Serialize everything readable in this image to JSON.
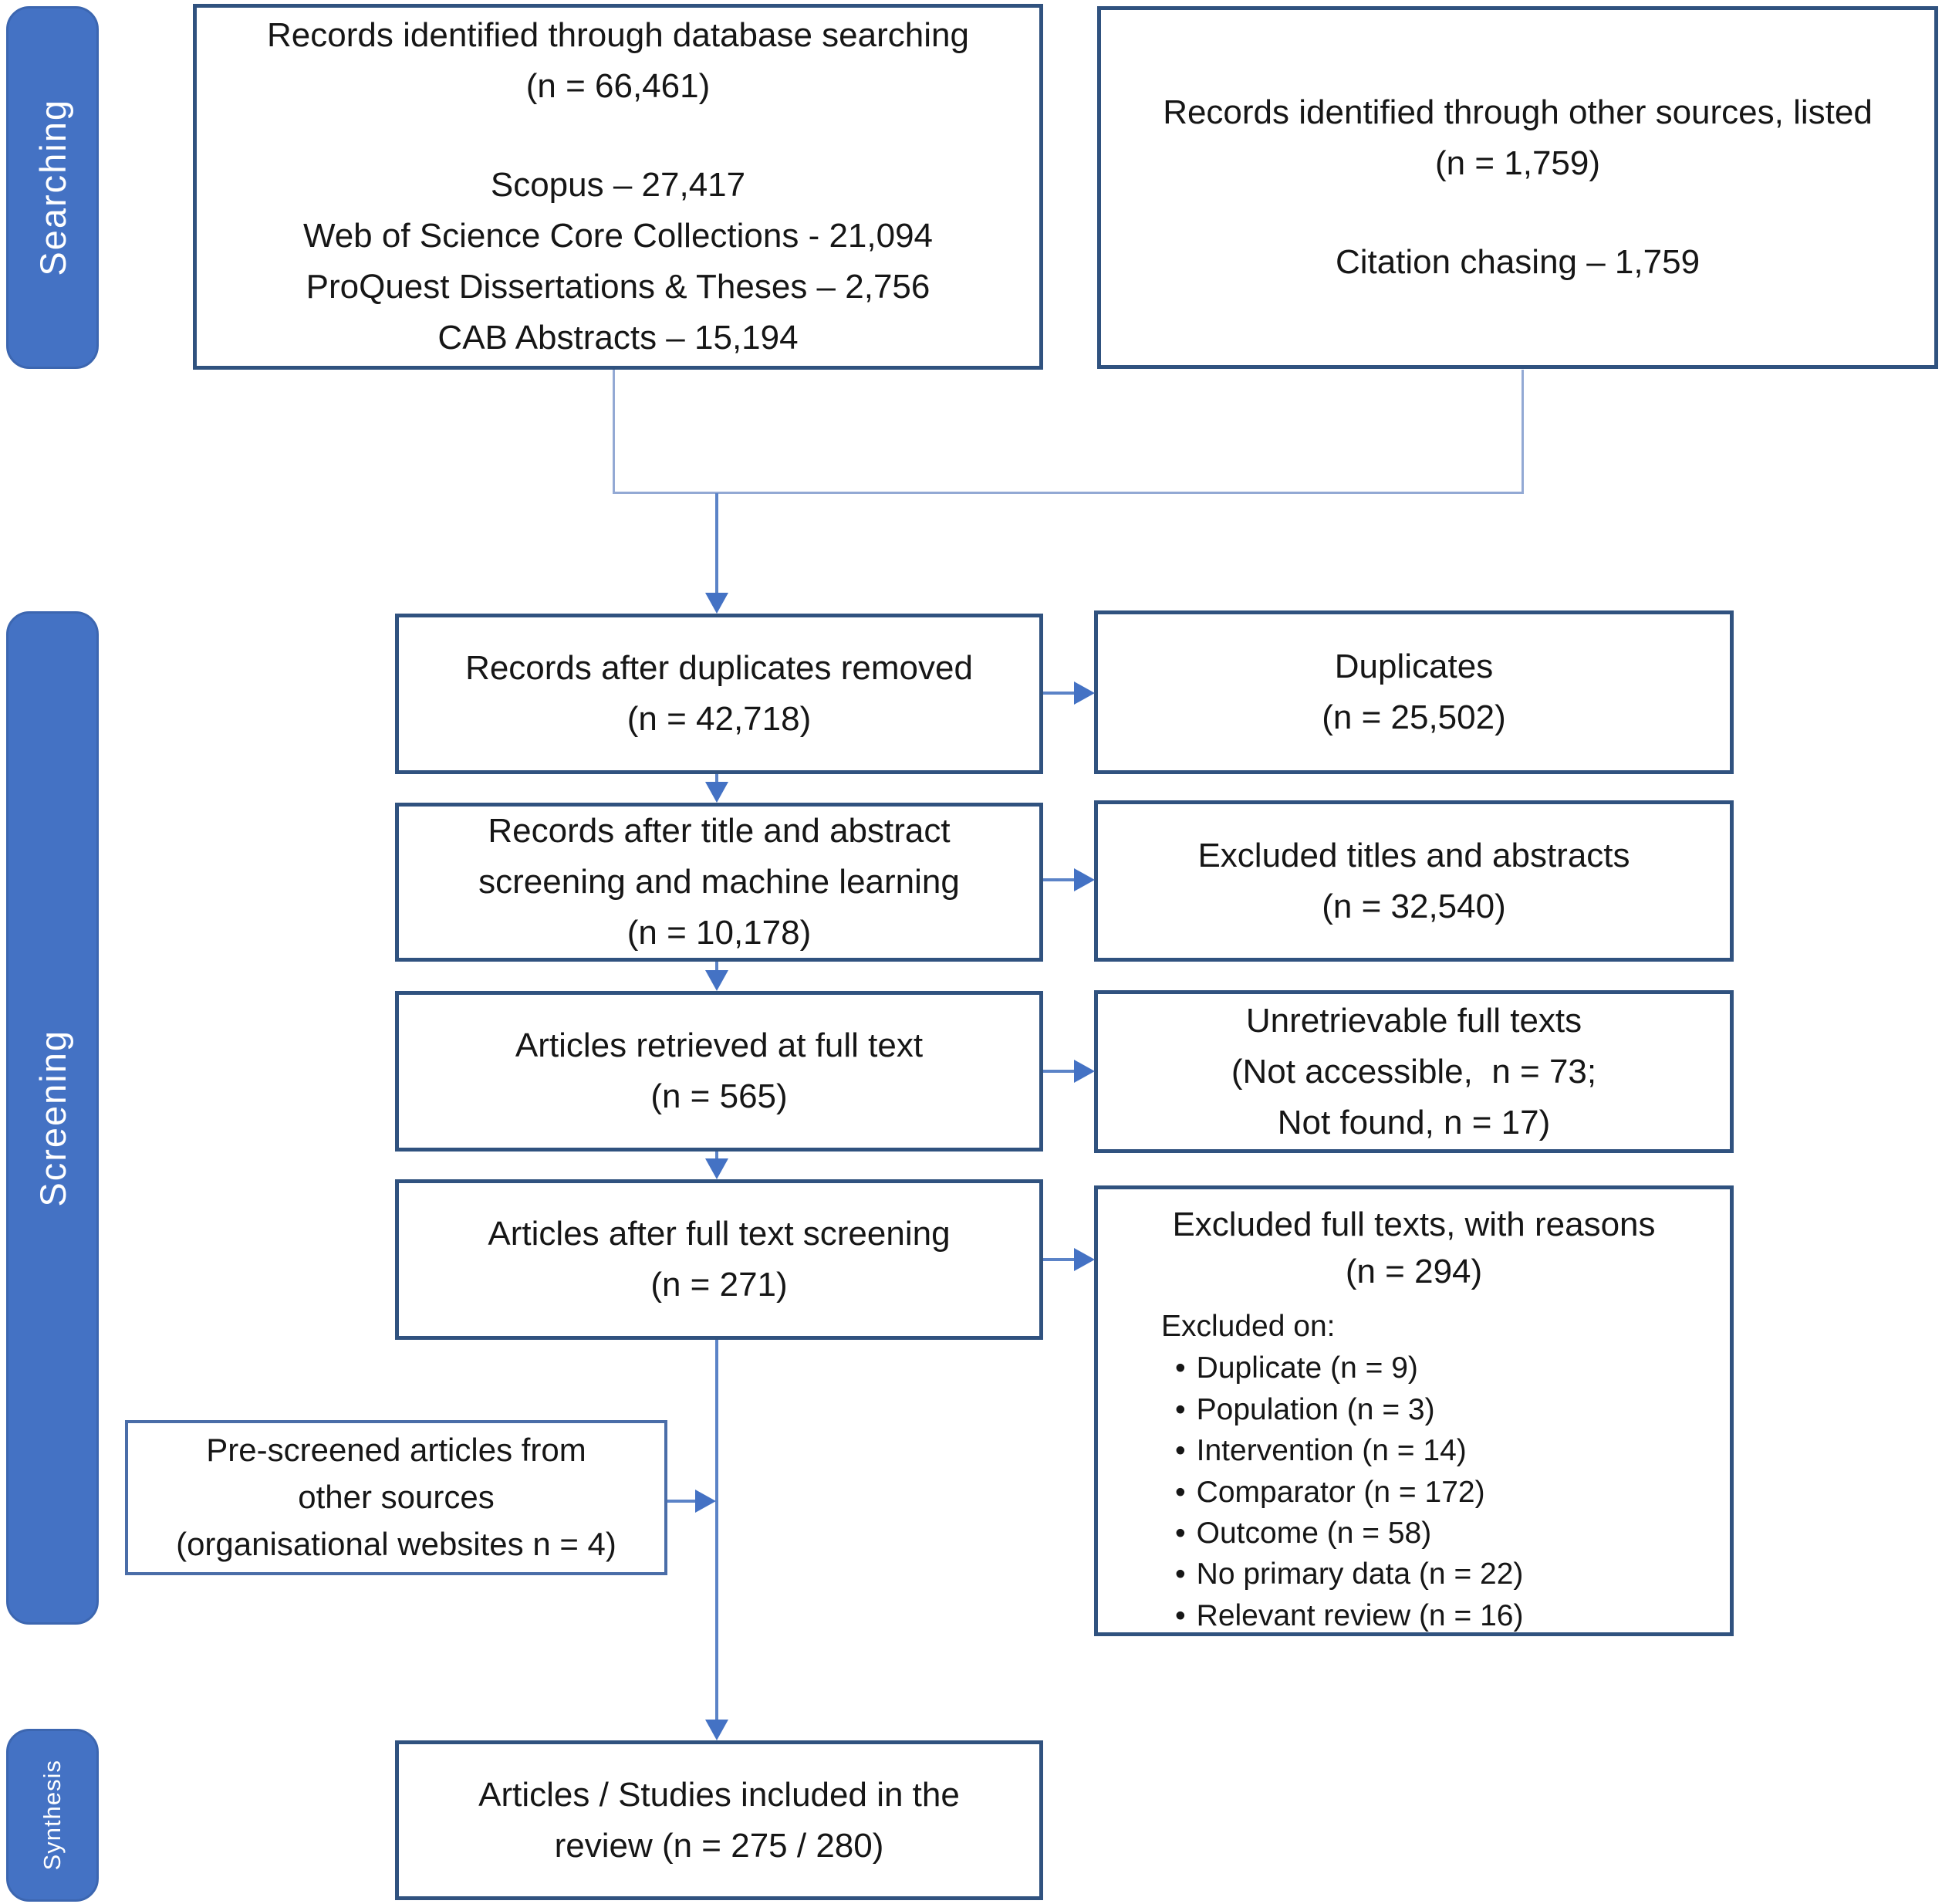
{
  "stages": {
    "searching": "Searching",
    "screening": "Screening",
    "synthesis": "Synthesis"
  },
  "boxes": {
    "db_search": {
      "title": "Records identified through database searching",
      "n": "(n = 66,461)",
      "sources": [
        "Scopus – 27,417",
        "Web of Science Core Collections - 21,094",
        "ProQuest Dissertations & Theses – 2,756",
        "CAB Abstracts – 15,194"
      ]
    },
    "other_sources": {
      "title": "Records identified through other sources, listed",
      "n": "(n = 1,759)",
      "sources": [
        "Citation chasing – 1,759"
      ]
    },
    "dedup": {
      "line1": "Records after duplicates removed",
      "line2": "(n = 42,718)"
    },
    "duplicates": {
      "line1": "Duplicates",
      "line2": "(n = 25,502)"
    },
    "tiab": {
      "line1": "Records after title and abstract",
      "line2": "screening and machine learning",
      "line3": "(n = 10,178)"
    },
    "excluded_tiab": {
      "line1": "Excluded titles and abstracts",
      "line2": "(n = 32,540)"
    },
    "fulltext": {
      "line1": "Articles retrieved at full text",
      "line2": "(n = 565)"
    },
    "unretrievable": {
      "line1": "Unretrievable full texts",
      "line2": "(Not accessible,  n = 73;",
      "line3": "Not found, n = 17)"
    },
    "ft_screening": {
      "line1": "Articles after full text screening",
      "line2": "(n = 271)"
    },
    "excluded_ft": {
      "title": "Excluded full texts, with reasons",
      "n": "(n = 294)",
      "subheading": "Excluded on:",
      "bullet_glyph": "•",
      "bullets": [
        "Duplicate (n = 9)",
        "Population (n = 3)",
        "Intervention (n = 14)",
        "Comparator (n = 172)",
        "Outcome (n = 58)",
        "No primary data (n = 22)",
        "Relevant review (n = 16)"
      ]
    },
    "prescreened": {
      "line1": "Pre-screened articles from",
      "line2": "other sources",
      "line3": "(organisational websites n = 4)"
    },
    "included": {
      "line1": "Articles / Studies included in the",
      "line2": "review (n = 275 / 280)"
    }
  },
  "colors": {
    "box_border": "#30527f",
    "box_border_light": "#4a6da8",
    "label_fill": "#4472c4",
    "label_border": "#3c66b0",
    "arrow": "#4472c4",
    "arrow_shaft": "#5b83c7",
    "connector_light": "#93a9d4",
    "text": "#161616",
    "bg": "#ffffff"
  }
}
